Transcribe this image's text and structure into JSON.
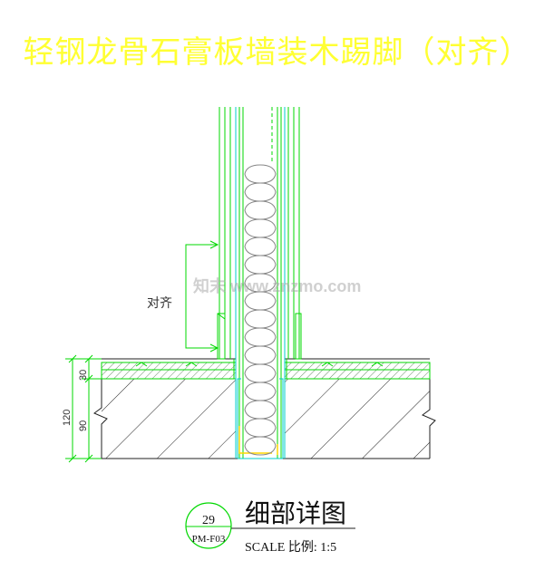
{
  "header": {
    "title": "轻钢龙骨石膏板墙装木踢脚（对齐）"
  },
  "annotations": {
    "align_label": "对齐",
    "dim_total": "120",
    "dim_top": "30",
    "dim_bottom": "90"
  },
  "detail_callout": {
    "number": "29",
    "sheet": "PM-F03",
    "title": "细部详图",
    "scale": "SCALE 比例: 1:5"
  },
  "watermark": {
    "text": "知末 www.znzmo.com"
  },
  "colors": {
    "title": "#ffff33",
    "outline": "#00d800",
    "cyan": "#00cccc",
    "insulation": "#888888",
    "hatch": "#222222",
    "highlight": "#ffd700"
  }
}
